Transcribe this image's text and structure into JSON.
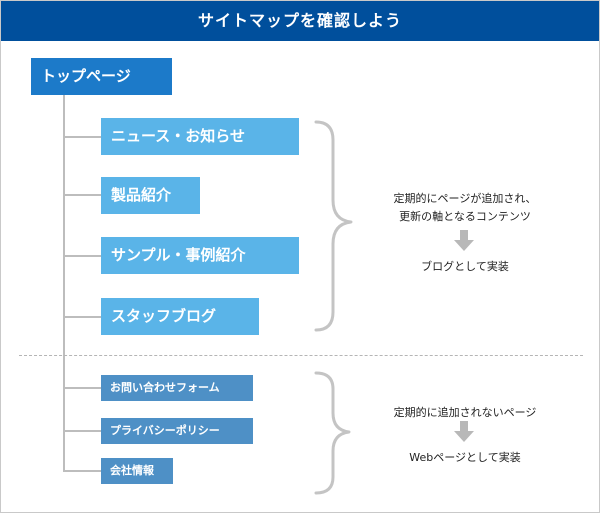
{
  "header": {
    "title": "サイトマップを確認しよう"
  },
  "top_page": {
    "label": "トップページ"
  },
  "group_blog": {
    "pages": [
      {
        "label": "ニュース・お知らせ"
      },
      {
        "label": "製品紹介"
      },
      {
        "label": "サンプル・事例紹介"
      },
      {
        "label": "スタッフブログ"
      }
    ],
    "note_line1": "定期的にページが追加され、",
    "note_line2": "更新の軸となるコンテンツ",
    "result": "ブログとして実装"
  },
  "group_web": {
    "pages": [
      {
        "label": "お問い合わせフォーム"
      },
      {
        "label": "プライバシーポリシー"
      },
      {
        "label": "会社情報"
      }
    ],
    "note": "定期的に追加されないページ",
    "result": "Webページとして実装"
  },
  "colors": {
    "header_bg": "#004f9c",
    "top_node": "#1c7ac9",
    "blog_node": "#5ab4e8",
    "web_node": "#4e90c6",
    "connector": "#bdbdbd"
  }
}
